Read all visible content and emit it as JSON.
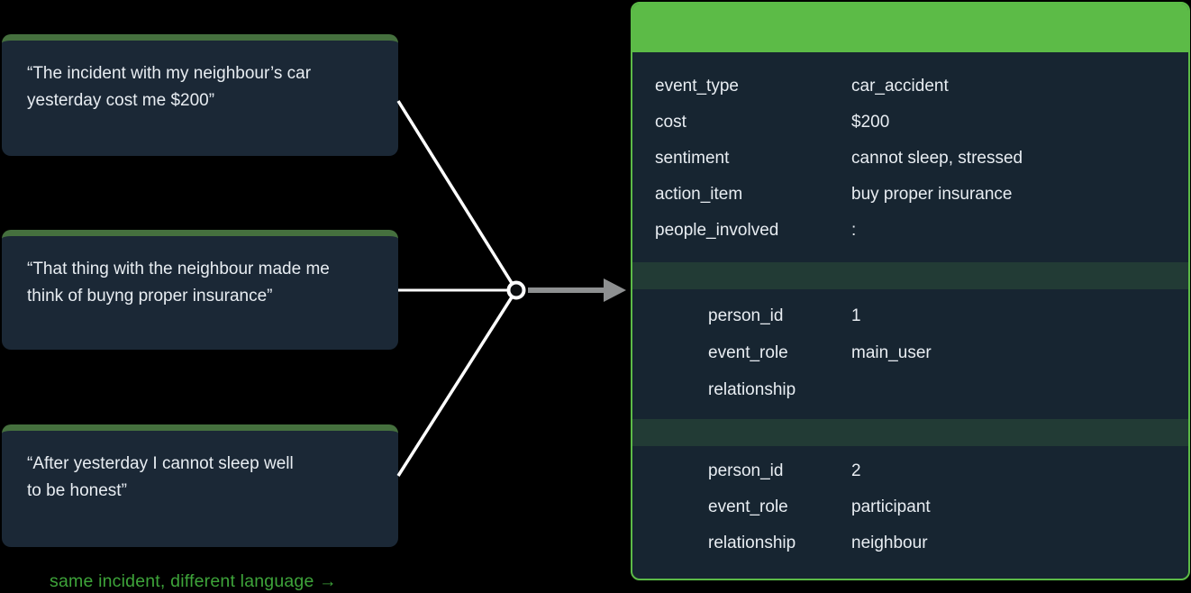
{
  "quotes": [
    {
      "lines": [
        "“The incident with my neighbour’s car",
        "yesterday cost me $200”"
      ]
    },
    {
      "lines": [
        "“That thing with the neighbour made me",
        "think of buyng proper insurance”"
      ]
    },
    {
      "lines": [
        "“After yesterday I cannot sleep well",
        "to be honest”"
      ]
    }
  ],
  "panel": {
    "fields": [
      {
        "key": "event_type",
        "value": "car_accident"
      },
      {
        "key": "cost",
        "value": "$200"
      },
      {
        "key": "sentiment",
        "value": "cannot sleep, stressed"
      },
      {
        "key": "action_item",
        "value": "buy proper insurance"
      },
      {
        "key": "people_involved",
        "value": ":"
      }
    ],
    "people": [
      {
        "fields": [
          {
            "key": "person_id",
            "value": "1"
          },
          {
            "key": "event_role",
            "value": "main_user"
          },
          {
            "key": "relationship",
            "value": ""
          }
        ]
      },
      {
        "fields": [
          {
            "key": "person_id",
            "value": "2"
          },
          {
            "key": "event_role",
            "value": "participant"
          },
          {
            "key": "relationship",
            "value": "neighbour"
          }
        ]
      }
    ]
  },
  "caption": {
    "text": "same incident, different language →"
  },
  "colors": {
    "background": "#000000",
    "card_body": "#1b2836",
    "card_top_bar": "#45703e",
    "panel_body": "#172531",
    "panel_green": "#5cbb47",
    "separator_band": "#223b35",
    "caption_green": "#3ea43a",
    "arrow_gray": "#8e9091",
    "text": "#e8edf2"
  }
}
